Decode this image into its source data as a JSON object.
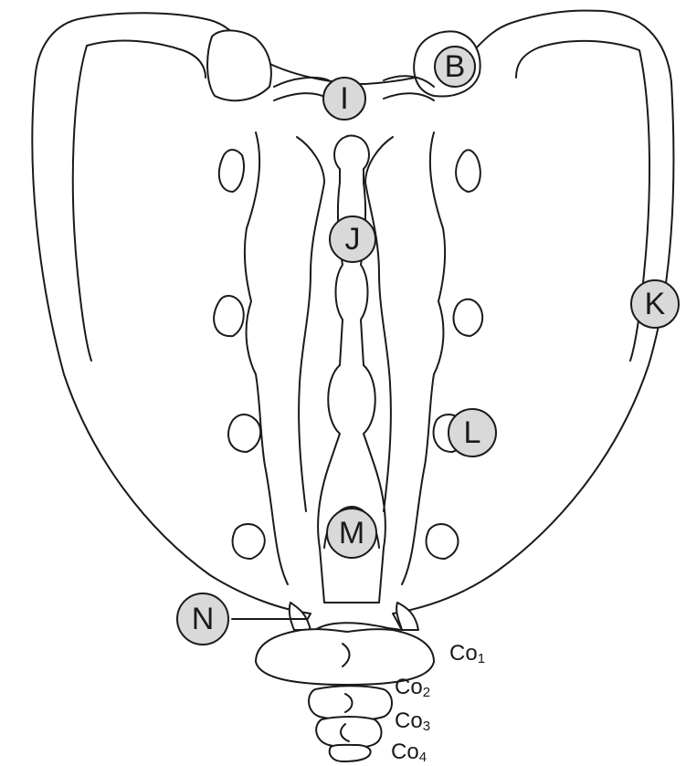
{
  "markers": [
    {
      "id": "B",
      "label": "B"
    },
    {
      "id": "I",
      "label": "I"
    },
    {
      "id": "J",
      "label": "J"
    },
    {
      "id": "K",
      "label": "K"
    },
    {
      "id": "L",
      "label": "L"
    },
    {
      "id": "M",
      "label": "M"
    },
    {
      "id": "N",
      "label": "N"
    }
  ],
  "coccyx_labels": [
    {
      "prefix": "Co",
      "num": "1"
    },
    {
      "prefix": "Co",
      "num": "2"
    },
    {
      "prefix": "Co",
      "num": "3"
    },
    {
      "prefix": "Co",
      "num": "4"
    }
  ],
  "colors": {
    "marker_fill": "#d9d9d9",
    "stroke": "#1a1a1a"
  }
}
